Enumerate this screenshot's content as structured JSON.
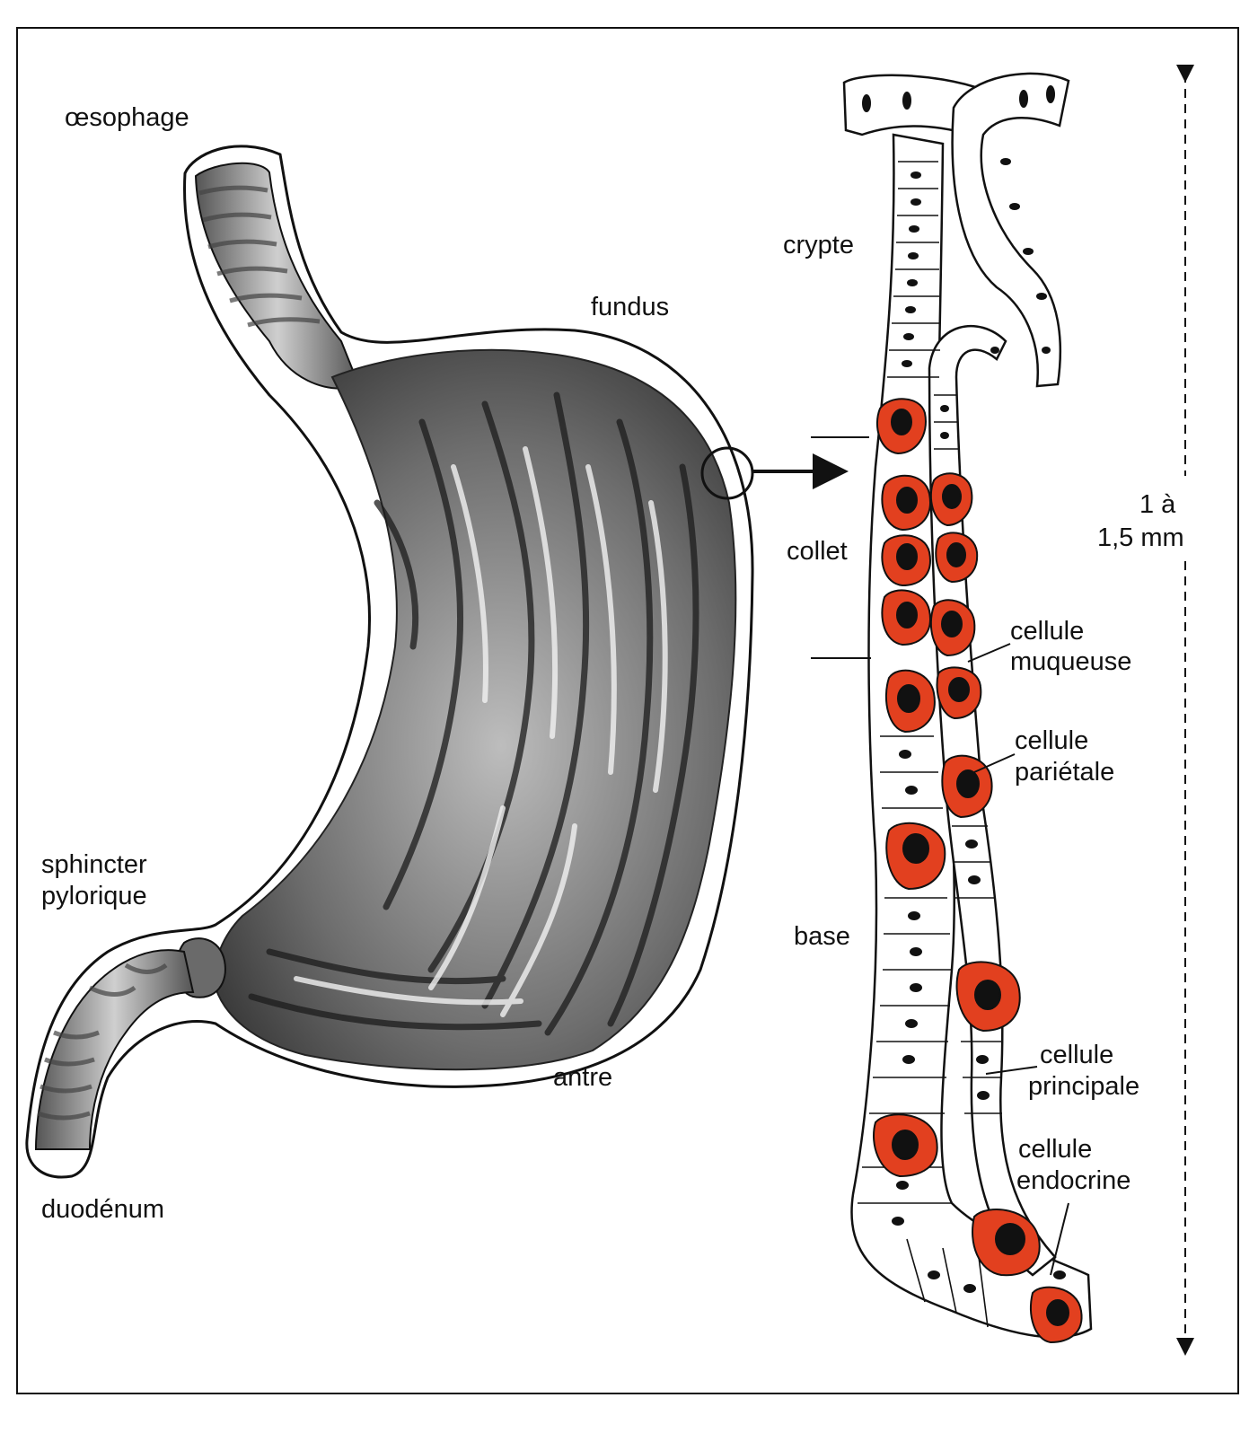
{
  "labels": {
    "oesophage": "œsophage",
    "fundus": "fundus",
    "sphincter": [
      "sphincter",
      "pylorique"
    ],
    "duodenum": "duodénum",
    "antre": "antre",
    "crypte": "crypte",
    "collet": "collet",
    "base": "base",
    "cellule_muqueuse": [
      "cellule",
      "muqueuse"
    ],
    "cellule_parietale": [
      "cellule",
      "pariétale"
    ],
    "cellule_principale": [
      "cellule",
      "principale"
    ],
    "cellule_endocrine": [
      "cellule",
      "endocrine"
    ],
    "scale": [
      "1  à",
      "1,5 mm"
    ]
  },
  "colors": {
    "parietal_cell": "#e2401f",
    "nucleus": "#111111",
    "line": "#111111",
    "mucosa_dark": "#3a3a3a"
  }
}
